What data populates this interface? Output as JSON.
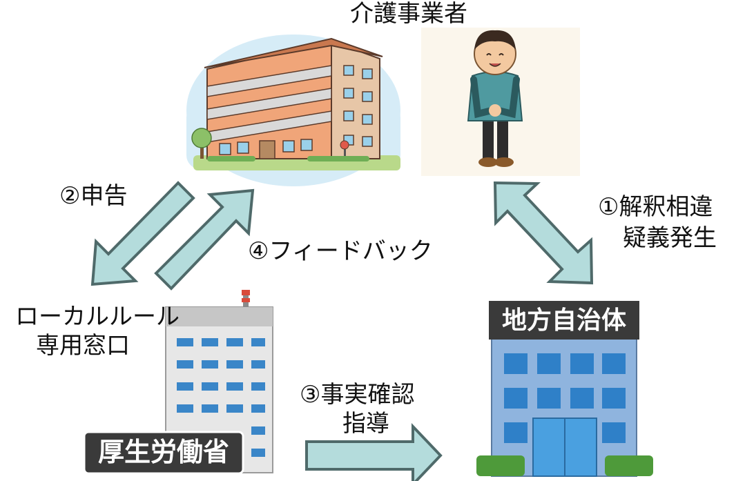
{
  "top": {
    "operator_label": "介護事業者"
  },
  "flows": {
    "step1_line1": "①解釈相違",
    "step1_line2": "疑義発生",
    "step2": "②申告",
    "step3_line1": "③事実確認",
    "step3_line2": "指導",
    "step4": "④フィードバック"
  },
  "local_rule": {
    "line1": "ローカルルール",
    "line2": "専用窓口"
  },
  "buildings": {
    "ministry_sign": "厚生労働省",
    "municipality_sign": "地方自治体"
  },
  "icons": [
    "apartment-building-illustration",
    "caregiver-person-illustration",
    "ministry-building-illustration",
    "municipality-building-illustration"
  ],
  "colors": {
    "arrow_fill": "#b4dcdc",
    "arrow_stroke": "#4f6a6a",
    "sign_bg": "#3a3a3a",
    "building_blue": "#2f80c8"
  }
}
